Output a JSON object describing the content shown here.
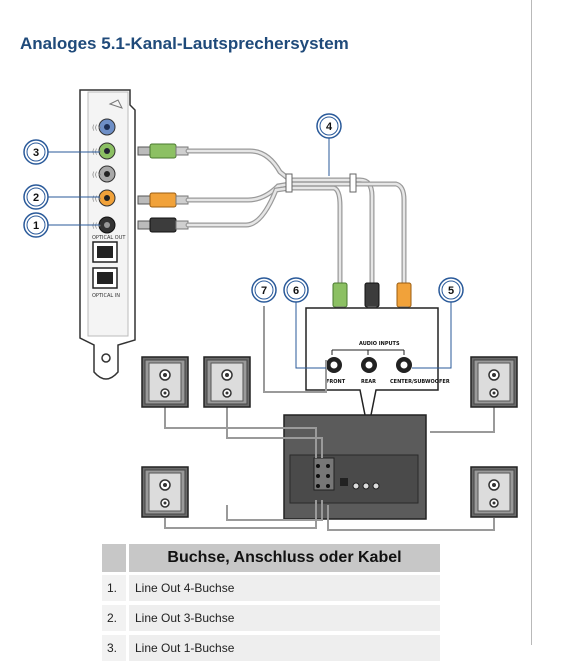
{
  "page": {
    "title": "Analoges 5.1-Kanal-Lautsprechersystem"
  },
  "diagram": {
    "callouts": [
      "1",
      "2",
      "3",
      "4",
      "5",
      "6",
      "7"
    ],
    "labels": {
      "optical_out": "OPTICAL OUT",
      "optical_in": "OPTICAL IN",
      "audio_inputs": "AUDIO INPUTS",
      "front": "FRONT",
      "rear": "REAR",
      "center_sub": "CENTER/SUBWOOFER"
    },
    "colors": {
      "green_plug": "#8cc063",
      "orange_plug": "#f1a23a",
      "black_plug": "#3c3c3c",
      "callout_ring": "#2a5a9a",
      "amp_box": "#5b5b5b"
    }
  },
  "table": {
    "header": "Buchse, Anschluss oder Kabel",
    "rows": [
      {
        "num": "1.",
        "text": "Line Out 4-Buchse"
      },
      {
        "num": "2.",
        "text": "Line Out 3-Buchse"
      },
      {
        "num": "3.",
        "text": "Line Out 1-Buchse"
      }
    ]
  }
}
